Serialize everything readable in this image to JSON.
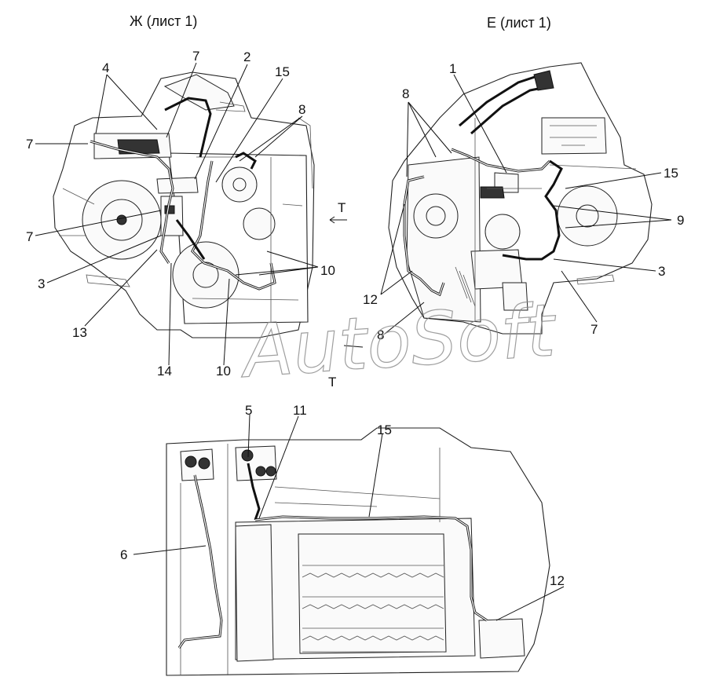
{
  "views": {
    "left_title": "Ж (лист 1)",
    "right_title": "Е (лист 1)"
  },
  "view_marker": "Т",
  "watermark": "AutoSoft",
  "callouts": {
    "l_4": "4",
    "l_7a": "7",
    "l_2": "2",
    "l_15": "15",
    "l_8": "8",
    "l_7b": "7",
    "l_7c": "7",
    "l_3": "3",
    "l_13": "13",
    "l_14": "14",
    "l_10a": "10",
    "l_10b": "10",
    "r_8a": "8",
    "r_1": "1",
    "r_15": "15",
    "r_9": "9",
    "r_3": "3",
    "r_12": "12",
    "r_8b": "8",
    "r_7": "7",
    "b_5": "5",
    "b_11": "11",
    "b_15": "15",
    "b_6": "6",
    "b_12": "12"
  }
}
